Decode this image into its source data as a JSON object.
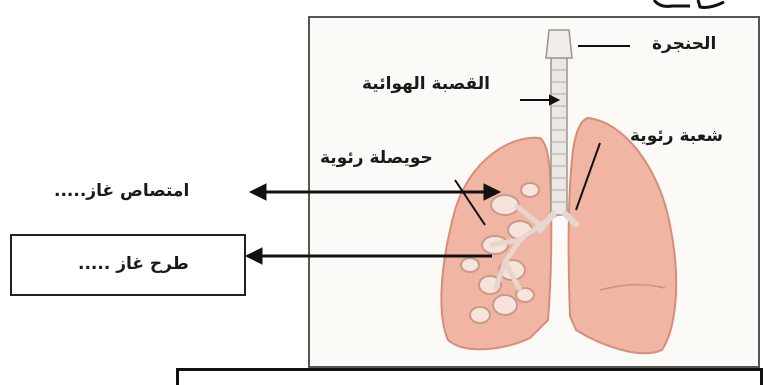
{
  "labels": {
    "larynx": "الحنجرة",
    "trachea": "القصبة الهوائية",
    "bronchus": "شعبة رئوية",
    "alveolus": "حويصلة رئوية",
    "absorb_gas": "امتصاص غاز.....",
    "expel_gas": "طرح غاز ....."
  },
  "colors": {
    "lung_fill": "#f1b5a3",
    "lung_edge": "#d88d7a",
    "trachea_fill": "#ece7e2",
    "arrow": "#111111",
    "bronchial_tree": "#f6e3db"
  }
}
